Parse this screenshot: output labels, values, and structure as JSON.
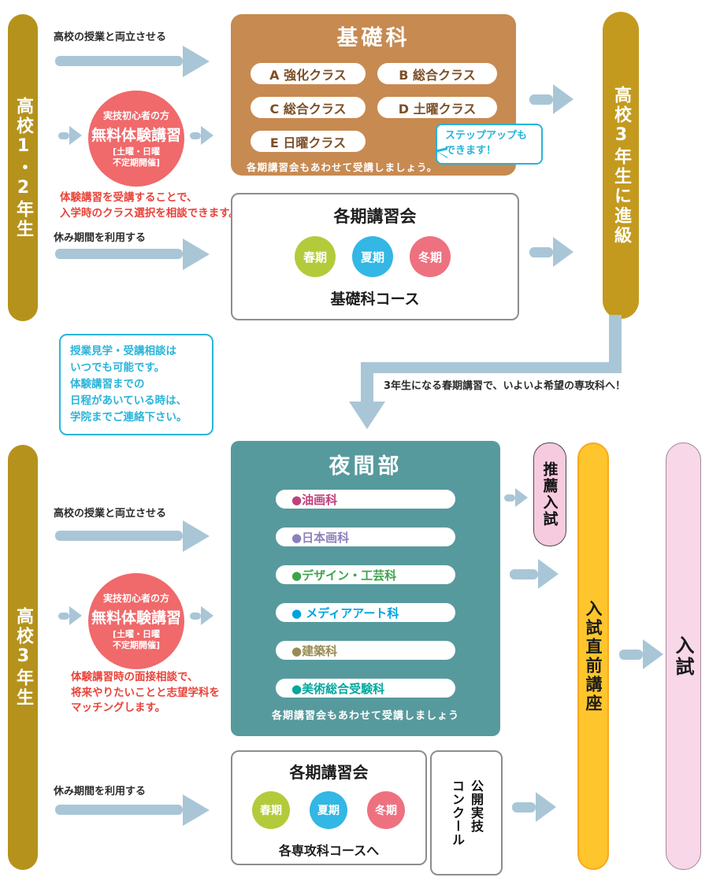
{
  "palette": {
    "bar_gold": "#b5921c",
    "bar_gold_right": "#c39a1e",
    "arrow_blue": "#a9c6d7",
    "brown_box": "#c78a51",
    "teal_box": "#579a9d",
    "pink_circle": "#f0696b",
    "red_note": "#e8443b",
    "cyan_accent": "#2ab4da",
    "yellow_bar": "#ffc52c",
    "pink_bar": "#f8d7e8",
    "suisen_pink": "#f7cbdf"
  },
  "top": {
    "left_bar": "高校1・2年生",
    "right_bar": "高校3年生に進級",
    "arrow1_label": "高校の授業と両立させる",
    "arrow2_label": "休み期間を利用する",
    "trial_circle": {
      "top": "実技初心者の方",
      "main": "無料体験講習",
      "sub": "[土曜・日曜\n不定期開催]"
    },
    "red_note": "体験講習を受講することで、\n入学時のクラス選択を相談できます。",
    "kiso_box": {
      "title": "基礎科",
      "classes": [
        "A 強化クラス",
        "B 総合クラス",
        "C 総合クラス",
        "D 土曜クラス",
        "E 日曜クラス"
      ],
      "caption": "各期講習会もあわせて受講しましょう。"
    },
    "bubble": "ステップアップも\nできます！",
    "seminar_box": {
      "title": "各期講習会",
      "terms": [
        {
          "label": "春期",
          "color": "#b3cb3b"
        },
        {
          "label": "夏期",
          "color": "#33b7e4"
        },
        {
          "label": "冬期",
          "color": "#ee7180"
        }
      ],
      "caption": "基礎科コース"
    }
  },
  "middle": {
    "cyan_note": "授業見学・受講相談は\nいつでも可能です。\n体験講習までの\n日程があいている時は、\n学院までご連絡下さい。",
    "transition_label": "3年生になる春期講習で、いよいよ希望の専攻科へ！"
  },
  "bottom": {
    "left_bar": "高校3年生",
    "arrow1_label": "高校の授業と両立させる",
    "arrow2_label": "休み期間を利用する",
    "trial_circle": {
      "top": "実技初心者の方",
      "main": "無料体験講習",
      "sub": "[土曜・日曜\n不定期開催]"
    },
    "red_note": "体験講習時の面接相談で、\n将来やりたいことと志望学科を\nマッチングします。",
    "yakan_box": {
      "title": "夜間部",
      "departments": [
        {
          "label": "●油画科",
          "color": "#c0407c"
        },
        {
          "label": "●日本画科",
          "color": "#8d80ba"
        },
        {
          "label": "●デザイン・工芸科",
          "color": "#3ea44c"
        },
        {
          "label": "● メディアアート科",
          "color": "#00a2e0"
        },
        {
          "label": "●建築科",
          "color": "#998c52"
        },
        {
          "label": "●美術総合受験科",
          "color": "#00a89e"
        }
      ],
      "caption": "各期講習会もあわせて受講しましょう"
    },
    "suisen_label": "推薦入試",
    "chokuzen_label": "入試直前講座",
    "nyushi_label": "入試",
    "seminar_box": {
      "title": "各期講習会",
      "terms": [
        {
          "label": "春期",
          "color": "#b3cb3b"
        },
        {
          "label": "夏期",
          "color": "#33b7e4"
        },
        {
          "label": "冬期",
          "color": "#ee7180"
        }
      ],
      "caption": "各専攻科コースへ"
    },
    "concours_label": "公開実技\nコンクール"
  }
}
